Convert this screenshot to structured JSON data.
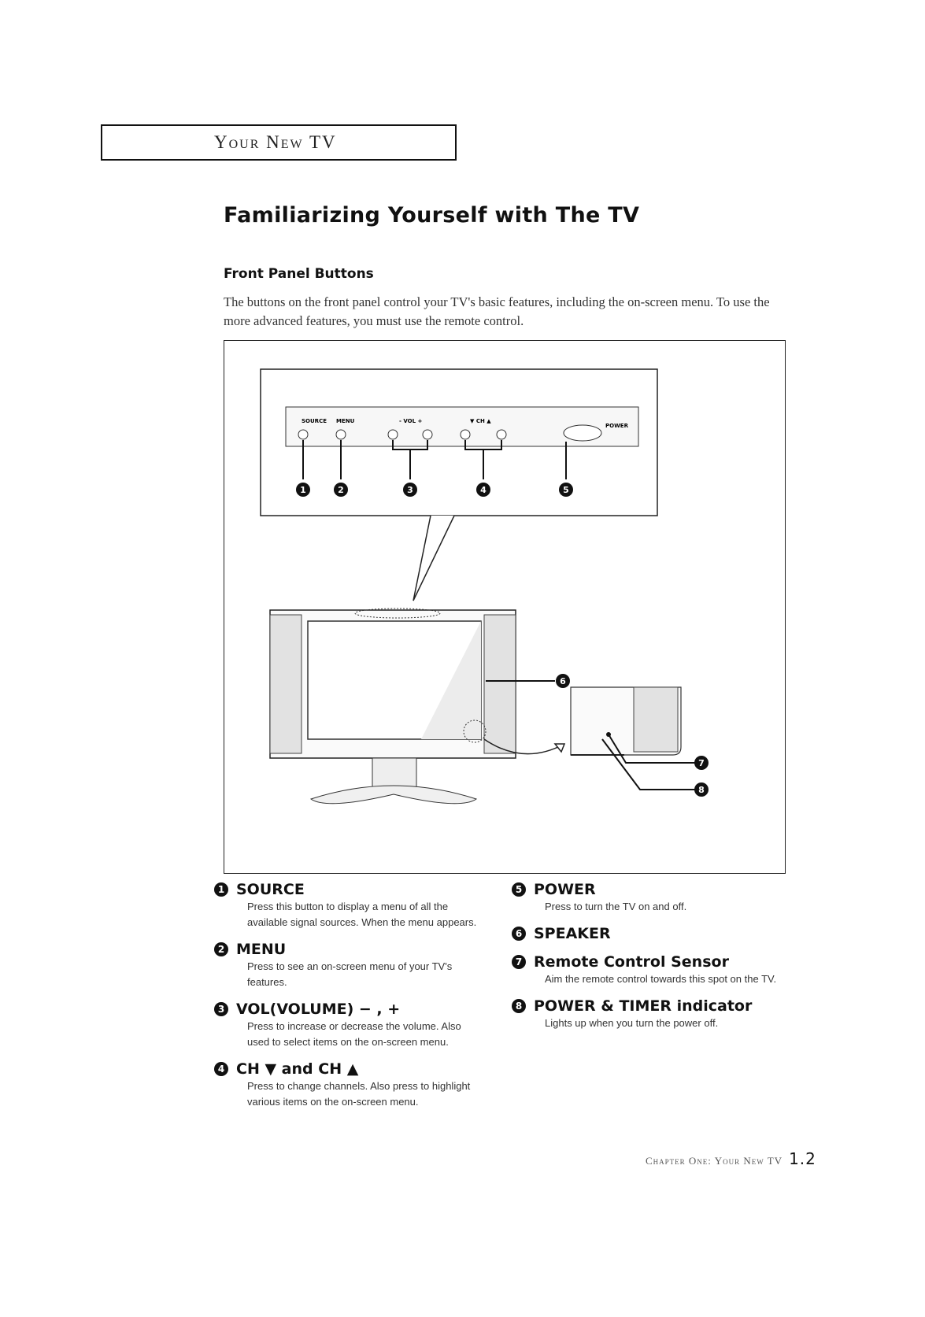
{
  "header": {
    "chapter": "Your New TV"
  },
  "page_title": "Familiarizing Yourself with The TV",
  "section": {
    "title": "Front Panel Buttons",
    "intro": "The buttons on the front panel control your TV's basic features, including the on-screen menu. To use the more advanced features, you must use the remote control."
  },
  "panel_labels": {
    "source": "SOURCE",
    "menu": "MENU",
    "vol": "- VOL +",
    "ch": "▼ CH ▲",
    "power": "POWER"
  },
  "callouts": [
    "1",
    "2",
    "3",
    "4",
    "5",
    "6",
    "7",
    "8"
  ],
  "items_left": [
    {
      "num": "1",
      "title": "SOURCE",
      "desc": "Press this button to display a menu of all the available signal sources. When the menu appears."
    },
    {
      "num": "2",
      "title": "MENU",
      "desc": "Press to see an on-screen menu of your TV's features."
    },
    {
      "num": "3",
      "title": "VOL(VOLUME) − , +",
      "desc": "Press to increase or decrease the volume. Also used to select items on the on-screen menu."
    },
    {
      "num": "4",
      "title": "CH ▼ and CH ▲",
      "desc": "Press to change channels. Also press to highlight various items on the on-screen menu."
    }
  ],
  "items_right": [
    {
      "num": "5",
      "title": "POWER",
      "desc": "Press to turn the TV on and off."
    },
    {
      "num": "6",
      "title": "SPEAKER",
      "desc": ""
    },
    {
      "num": "7",
      "title": "Remote Control Sensor",
      "desc": "Aim the remote control towards this spot on the TV."
    },
    {
      "num": "8",
      "title": "POWER & TIMER indicator",
      "desc": "Lights up when you turn the power off."
    }
  ],
  "footer": {
    "chapter_text": "Chapter One: Your New TV",
    "page": "1.2"
  }
}
